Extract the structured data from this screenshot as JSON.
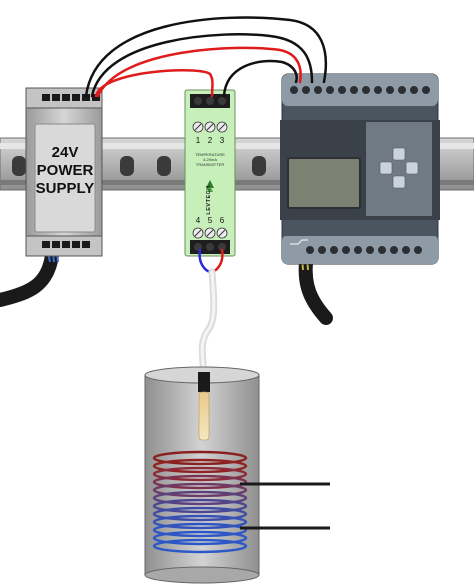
{
  "power_supply": {
    "label_line1": "24V",
    "label_line2": "POWER",
    "label_line3": "SUPPLY"
  },
  "transmitter": {
    "terminals_top": [
      "1",
      "2",
      "3"
    ],
    "terminals_bottom": [
      "4",
      "5",
      "6"
    ],
    "text_line1": "TEMPERATURE",
    "text_line2": "4-20mA",
    "text_line3": "TRANSMITTER",
    "brand": "LEVTECH"
  },
  "colors": {
    "din_rail": "#b9b9b9",
    "transmitter_body": "#c6efb9",
    "plc_body": "#4b5560",
    "plc_screen": "#7c8271",
    "wire_red": "#e01b1b",
    "wire_black": "#111111",
    "wire_blue": "#2a2adf",
    "coil_hot": "#a01818",
    "coil_cold": "#2b55c8"
  }
}
